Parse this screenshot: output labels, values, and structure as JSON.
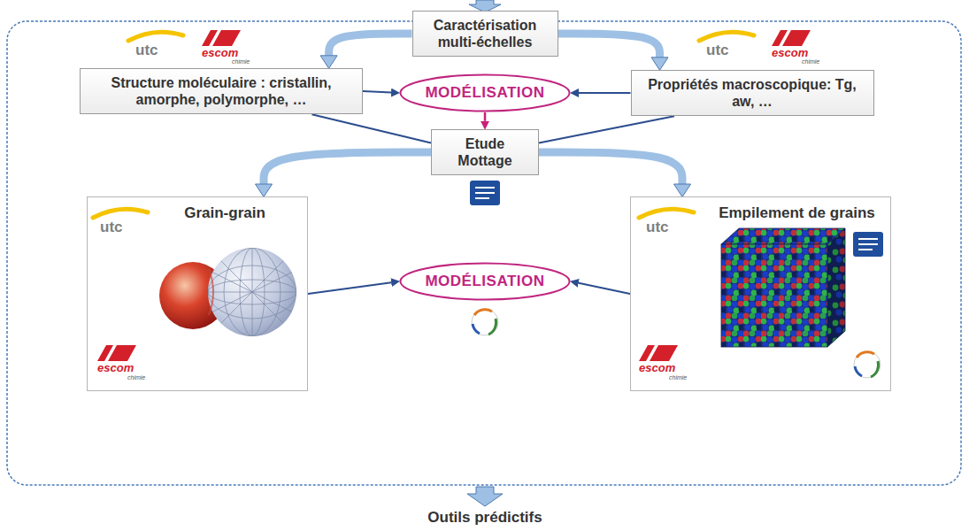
{
  "diagram": {
    "nodes": [
      {
        "text": [
          "Caractérisation multi-échelles"
        ]
      },
      {
        "text": [
          "Structure moléculaire : cristallin, amorphe, polymorphe, …"
        ]
      },
      {
        "text": [
          "MODÉLISATION"
        ]
      },
      {
        "text": [
          "Propriétés macroscopique: Tg, aw, …"
        ]
      },
      {
        "text": [
          "Etude Mottage"
        ]
      },
      {
        "text": [
          "Grain-grain"
        ]
      },
      {
        "text": [
          "MODÉLISATION"
        ]
      },
      {
        "text": [
          "Empilement de grains"
        ]
      }
    ],
    "edges": [
      {
        "from": 0,
        "to": 1,
        "arrow": "to"
      },
      {
        "from": 0,
        "to": 3,
        "arrow": "to"
      },
      {
        "from": 1,
        "to": 2,
        "arrow": "to"
      },
      {
        "from": 3,
        "to": 2,
        "arrow": "to"
      },
      {
        "from": 1,
        "to": 4,
        "arrow": "none"
      },
      {
        "from": 3,
        "to": 4,
        "arrow": "none"
      },
      {
        "from": 2,
        "to": 4,
        "arrow": "to"
      },
      {
        "from": 4,
        "to": 5,
        "arrow": "to"
      },
      {
        "from": 4,
        "to": 7,
        "arrow": "to"
      },
      {
        "from": 5,
        "to": 6,
        "arrow": "to"
      },
      {
        "from": 7,
        "to": 6,
        "arrow": "to"
      }
    ],
    "labels": [
      "Outils prédictifs",
      "utc",
      "escom",
      "chimie",
      "utc",
      "escom",
      "chimie",
      "utc",
      "escom",
      "chimie",
      "utc",
      "escom",
      "chimie"
    ]
  }
}
